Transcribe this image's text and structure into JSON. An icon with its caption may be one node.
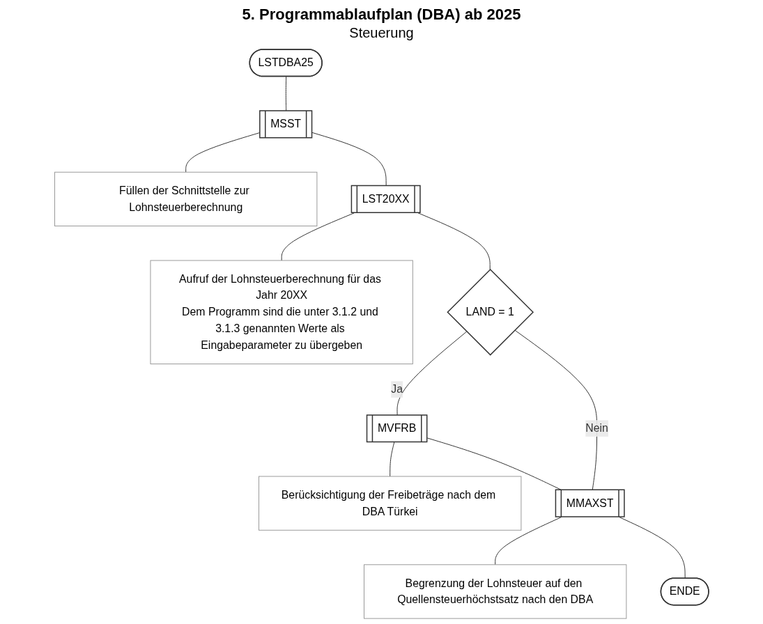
{
  "diagram": {
    "title": "5. Programmablaufplan (DBA) ab 2025",
    "nodes": [
      {
        "text": [
          "LSTDBA25"
        ]
      },
      {
        "text": [
          "MSST"
        ]
      },
      {
        "text": [
          "Füllen der Schnittstelle zur Lohnsteuerberechnung"
        ]
      },
      {
        "text": [
          "LST20XX"
        ]
      },
      {
        "text": [
          "Aufruf der Lohnsteuerberechnung für das Jahr 20XX",
          "Dem Programm sind die unter 3.1.2 und 3.1.3 genannten Werte als Eingabeparameter zu übergeben"
        ]
      },
      {
        "text": [
          "LAND = 1"
        ]
      },
      {
        "text": [
          "MVFRB"
        ]
      },
      {
        "text": [
          "Berücksichtigung der Freibeträge nach dem DBA Türkei"
        ]
      },
      {
        "text": [
          "MMAXST"
        ]
      },
      {
        "text": [
          "Begrenzung der Lohnsteuer auf den Quellensteuerhöchstsatz nach den DBA"
        ]
      },
      {
        "text": [
          "ENDE"
        ]
      }
    ],
    "edges": [
      {
        "from": 0,
        "to": 1,
        "arrow": "none"
      },
      {
        "from": 1,
        "to": 2,
        "arrow": "none"
      },
      {
        "from": 1,
        "to": 3,
        "arrow": "none"
      },
      {
        "from": 3,
        "to": 4,
        "arrow": "none"
      },
      {
        "from": 3,
        "to": 5,
        "arrow": "none"
      },
      {
        "from": 5,
        "to": 8,
        "label": "Nein",
        "arrow": "none"
      },
      {
        "from": 5,
        "to": 6,
        "label": "Ja",
        "arrow": "none"
      },
      {
        "from": 6,
        "to": 7,
        "arrow": "none"
      },
      {
        "from": 6,
        "to": 8,
        "arrow": "none"
      },
      {
        "from": 8,
        "to": 9,
        "arrow": "none"
      },
      {
        "from": 8,
        "to": 10,
        "arrow": "none"
      }
    ],
    "labels": [
      "Steuerung"
    ]
  }
}
